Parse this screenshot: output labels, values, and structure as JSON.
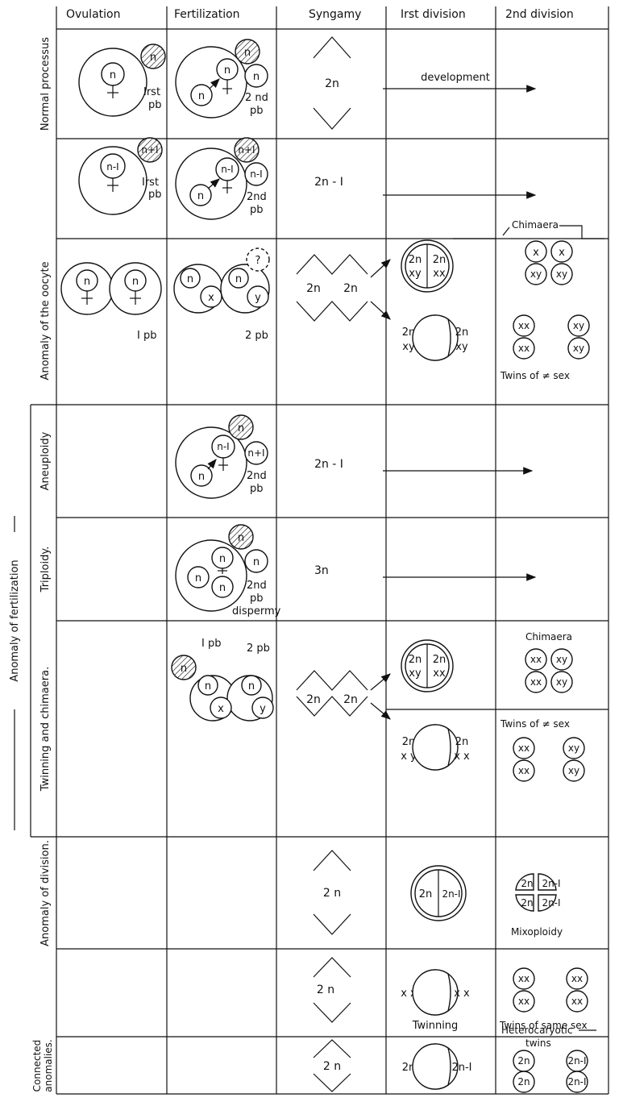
{
  "headers": {
    "ovulation": "Ovulation",
    "fertilization": "Fertilization",
    "syngamy": "Syngamy",
    "first_division": "Irst division",
    "second_division": "2nd division"
  },
  "rows": {
    "normal": "Normal processus",
    "oocyte": "Anomaly of the oocyte",
    "aneuploidy": "Aneuploidy",
    "triploidy": "Triploidy.",
    "twinning": "Twinning and chimaera.",
    "fertilization_group": "Anomaly  of  fertilization",
    "division": "Anomaly of division.",
    "connected_1": "Connected",
    "connected_2": "anomalies."
  },
  "labels": {
    "n": "n",
    "n_minus_1": "n-I",
    "n_plus_1": "n+I",
    "x": "x",
    "y": "y",
    "q": "?",
    "irst": "Irst",
    "pb": "pb",
    "two_nd": "2 nd",
    "two_nd_b": "2nd",
    "one_pb": "I pb",
    "one_pb_b": "I pb",
    "two_pb": "2 pb",
    "two_pb_b": "2 pb",
    "dispermy": "dispermy",
    "two_n": "2n",
    "two_n_sp": "2 n",
    "two_n_minus_1": "2n - I",
    "two_n_minus_1b": "2n-I",
    "three_n": "3n",
    "xy": "xy",
    "xx": "xx",
    "xx_sp": "x x",
    "x_y_sp": "x y",
    "development": "development",
    "chimaera": "Chimaera",
    "twins_diff_sex": "Twins of ≠ sex",
    "mixoploidy": "Mixoploidy",
    "twinning": "Twinning",
    "twins_same_sex": "Twins  of  same sex",
    "heterocaryotic_1": "Heterocaryotic",
    "heterocaryotic_2": "twins"
  }
}
